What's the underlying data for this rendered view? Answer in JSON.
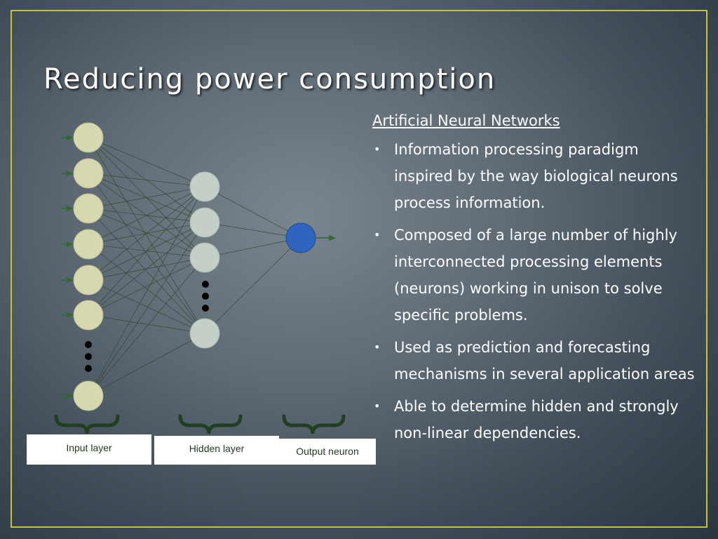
{
  "slide": {
    "title": "Reducing power consumption"
  },
  "colors": {
    "frame": "#c9c230",
    "input_neuron": "#d8d8b0",
    "hidden_neuron": "#c4cfc8",
    "output_neuron": "#2f65c0",
    "connections": "#2f4a2f",
    "braces": "#1f3f1f"
  },
  "diagram": {
    "input_neuron_count_visible": 7,
    "hidden_neuron_count_visible": 4,
    "output_neuron_count": 1,
    "labels": {
      "input": "Input layer",
      "hidden": "Hidden layer",
      "output": "Output neuron"
    }
  },
  "text_panel": {
    "heading": "Artificial Neural Networks",
    "bullets": [
      "Information processing paradigm inspired by the way biological neurons process information.",
      "Composed of a large number of highly interconnected processing elements (neurons) working in unison to solve specific problems.",
      "Used as prediction and forecasting mechanisms in several application areas",
      "Able to determine hidden and strongly non-linear dependencies."
    ]
  }
}
